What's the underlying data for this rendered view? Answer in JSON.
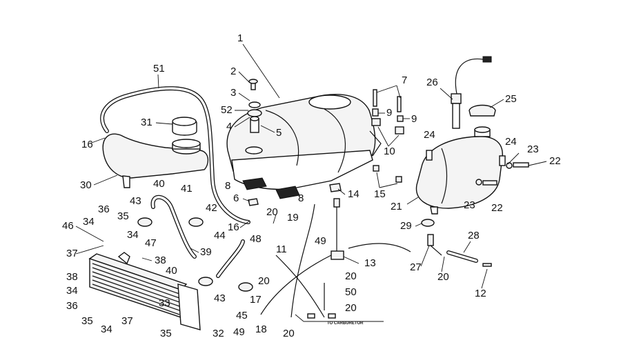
{
  "labels": [
    "1",
    "2",
    "3",
    "52",
    "4",
    "5",
    "51",
    "31",
    "16",
    "30",
    "40",
    "8",
    "8",
    "6",
    "14",
    "20",
    "16",
    "48",
    "19",
    "7",
    "9",
    "9",
    "10",
    "15",
    "26",
    "25",
    "24",
    "24",
    "23",
    "22",
    "21",
    "23",
    "22",
    "29",
    "41",
    "42",
    "43",
    "36",
    "34",
    "35",
    "46",
    "34",
    "47",
    "37",
    "39",
    "38",
    "40",
    "44",
    "49",
    "11",
    "13",
    "38",
    "34",
    "36",
    "33",
    "43",
    "45",
    "20",
    "20",
    "50",
    "17",
    "28",
    "27",
    "20",
    "12",
    "35",
    "34",
    "37",
    "35",
    "32",
    "49",
    "18",
    "20",
    "20"
  ],
  "note": "TO CARBURETOR"
}
